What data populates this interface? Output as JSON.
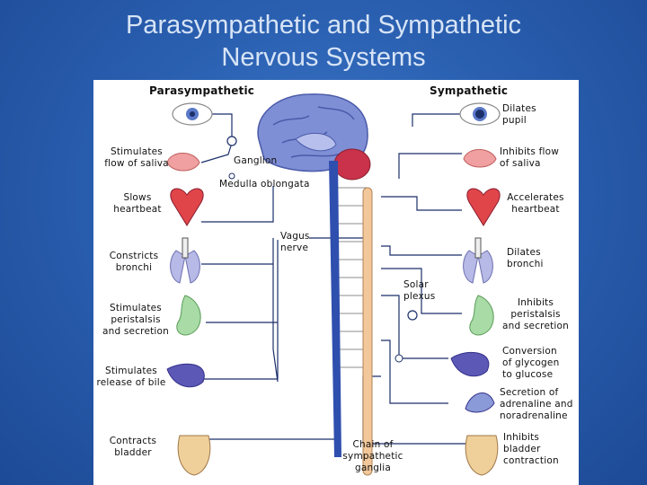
{
  "title": {
    "line1": "Parasympathetic and Sympathetic",
    "line2": "Nervous Systems"
  },
  "headers": {
    "parasympathetic": "Parasympathetic",
    "sympathetic": "Sympathetic"
  },
  "labels": {
    "ganglion": "Ganglion",
    "medulla": "Medulla oblongata",
    "vagus": [
      "Vagus",
      "nerve"
    ],
    "solar_plexus": [
      "Solar",
      "plexus"
    ],
    "chain": [
      "Chain of",
      "sympathetic",
      "ganglia"
    ]
  },
  "parasympathetic_effects": [
    {
      "organ": "eye",
      "lines": []
    },
    {
      "organ": "salivary-gland",
      "lines": [
        "Stimulates",
        "flow of saliva"
      ]
    },
    {
      "organ": "heart",
      "lines": [
        "Slows",
        "heartbeat"
      ]
    },
    {
      "organ": "lungs",
      "lines": [
        "Constricts",
        "bronchi"
      ]
    },
    {
      "organ": "stomach",
      "lines": [
        "Stimulates",
        "peristalsis",
        "and secretion"
      ]
    },
    {
      "organ": "liver",
      "lines": [
        "Stimulates",
        "release of bile"
      ]
    },
    {
      "organ": "bladder",
      "lines": [
        "Contracts",
        "bladder"
      ]
    }
  ],
  "sympathetic_effects": [
    {
      "organ": "eye",
      "lines": [
        "Dilates",
        "pupil"
      ]
    },
    {
      "organ": "salivary-gland",
      "lines": [
        "Inhibits flow",
        "of saliva"
      ]
    },
    {
      "organ": "heart",
      "lines": [
        "Accelerates",
        "heartbeat"
      ]
    },
    {
      "organ": "lungs",
      "lines": [
        "Dilates",
        "bronchi"
      ]
    },
    {
      "organ": "stomach",
      "lines": [
        "Inhibits",
        "peristalsis",
        "and secretion"
      ]
    },
    {
      "organ": "liver",
      "lines": [
        "Conversion",
        "of glycogen",
        "to glucose"
      ]
    },
    {
      "organ": "adrenal-gland",
      "lines": [
        "Secretion of",
        "adrenaline and",
        "noradrenaline"
      ]
    },
    {
      "organ": "bladder",
      "lines": [
        "Inhibits",
        "bladder",
        "contraction"
      ]
    }
  ],
  "colors": {
    "background": "#2a5fb0",
    "title": "#d7e4f6",
    "brain": "#7f8fd6",
    "nerve": "#2f4fae",
    "chain": "#f2c79a",
    "heart": "#e0454a",
    "lungs": "#b7b9e6",
    "stomach": "#a8dba6",
    "liver": "#5b58b6",
    "bladder": "#f0d09a",
    "cerebellum": "#c9324a"
  }
}
